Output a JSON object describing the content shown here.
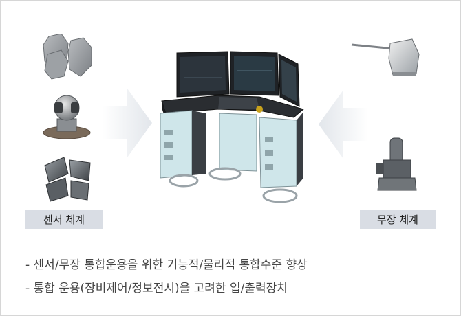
{
  "left_group": {
    "label": "센서 체계"
  },
  "right_group": {
    "label": "무장 체계"
  },
  "bullets": [
    "- 센서/무장 통합운용을 위한 기능적/물리적 통합수준 향상",
    "- 통합 운용(장비제어/정보전시)을 고려한 입/출력장치"
  ],
  "colors": {
    "label_bg": "#d9dde4",
    "arrow": "#e9edf2",
    "cabinet": "#cfe6ea",
    "dark": "#2c2f33"
  },
  "icons": [
    "hexagon-panels-icon",
    "camera-turret-icon",
    "radar-unit-icon",
    "console-workstation-image",
    "naval-gun-icon",
    "missile-launcher-icon"
  ]
}
